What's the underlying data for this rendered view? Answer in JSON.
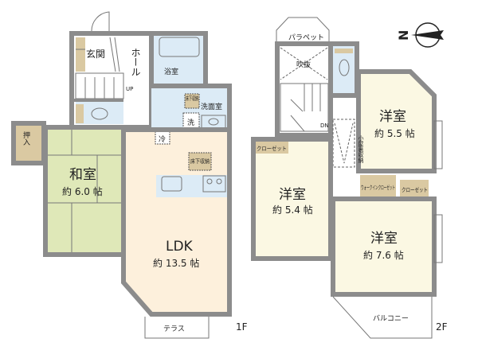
{
  "floor1": {
    "label": "1F",
    "rooms": {
      "genkan": "玄関",
      "hall": "ホール",
      "up": "UP",
      "bath": "浴室",
      "underfloor_storage": "床下収納",
      "washroom": "洗面室",
      "washer": "洗",
      "fridge": "冷",
      "oshiire": "押入",
      "washitsu": "和室",
      "washitsu_size": "約 6.0 帖",
      "kitchen_underfloor": "床下収納",
      "ldk": "LDK",
      "ldk_size": "約 13.5 帖",
      "terrace": "テラス"
    }
  },
  "floor2": {
    "label": "2F",
    "rooms": {
      "parapet": "パラペット",
      "fukinuke": "吹抜",
      "dn": "DN",
      "attic_storage": "小屋裏収納",
      "room_a": "洋室",
      "room_a_size": "約 5.5 帖",
      "closet_a": "クローゼット",
      "room_b": "洋室",
      "room_b_size": "約 5.4 帖",
      "walkin": "ウォークインクローゼット",
      "closet_b": "クローゼット",
      "room_c": "洋室",
      "room_c_size": "約 7.6 帖",
      "balcony": "バルコニー"
    }
  },
  "compass": {
    "label": "N"
  },
  "colors": {
    "wall": "#8c8c8c",
    "washitsu": "#dfe8b8",
    "ldk": "#fdf0dc",
    "wet_area": "#dcebf6",
    "storage": "#dac9a2",
    "western_room": "#fbf8e3"
  }
}
